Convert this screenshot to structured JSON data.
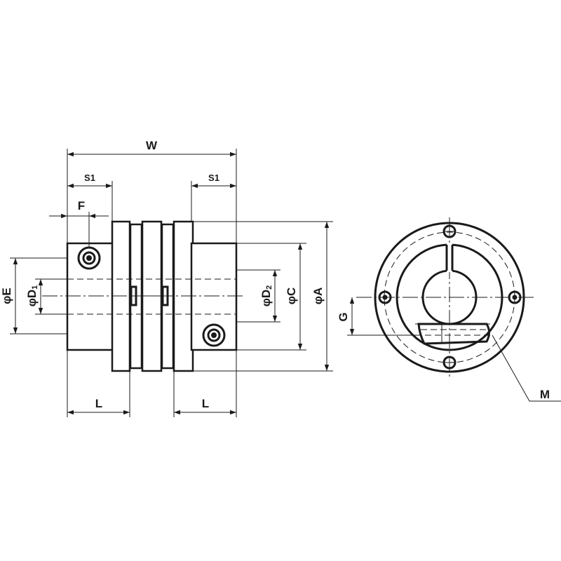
{
  "labels": {
    "W": "W",
    "S1_left": "S1",
    "S1_right": "S1",
    "F": "F",
    "E": "φE",
    "D1_main": "φD",
    "D1_sub": "1",
    "D2_main": "φD",
    "D2_sub": "2",
    "C": "φC",
    "A": "φA",
    "L_left": "L",
    "L_right": "L",
    "G": "G",
    "M": "M"
  }
}
